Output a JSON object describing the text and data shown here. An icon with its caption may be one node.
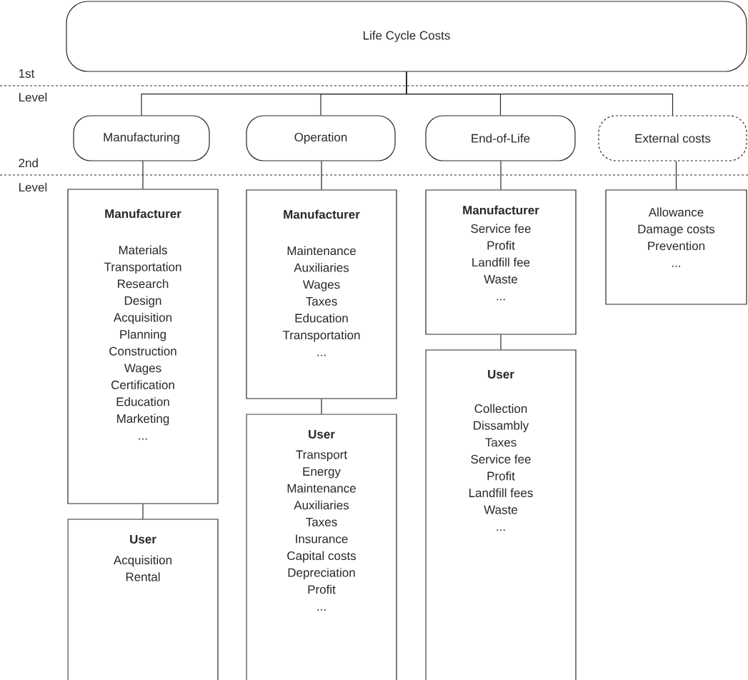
{
  "diagram": {
    "nodes": [
      {
        "text": [
          "Life Cycle Costs"
        ]
      },
      {
        "text": [
          "Manufacturing"
        ]
      },
      {
        "text": [
          "Operation"
        ]
      },
      {
        "text": [
          "End-of-Life"
        ]
      },
      {
        "text": [
          "External costs"
        ]
      },
      {
        "text": [
          "Manufacturer",
          "Materials",
          "Transportation",
          "Research",
          "Design",
          "Acquisition",
          "Planning",
          "Construction",
          "Wages",
          "Certification",
          "Education",
          "Marketing",
          "..."
        ]
      },
      {
        "text": [
          "User",
          "Acquisition",
          "Rental"
        ]
      },
      {
        "text": [
          "Manufacturer",
          "Maintenance",
          "Auxiliaries",
          "Wages",
          "Taxes",
          "Education",
          "Transportation",
          "..."
        ]
      },
      {
        "text": [
          "User",
          "Transport",
          "Energy",
          "Maintenance",
          "Auxiliaries",
          "Taxes",
          "Insurance",
          "Capital costs",
          "Depreciation",
          "Profit",
          "..."
        ]
      },
      {
        "text": [
          "Manufacturer",
          "Service fee",
          "Profit",
          "Landfill fee",
          "Waste",
          "..."
        ]
      },
      {
        "text": [
          "User",
          "Collection",
          "Dissambly",
          "Taxes",
          "Service fee",
          "Profit",
          "Landfill fees",
          "Waste",
          "..."
        ]
      },
      {
        "text": [
          "Allowance",
          "Damage costs",
          "Prevention",
          "..."
        ]
      }
    ],
    "edges": [
      {
        "from": 0,
        "to": 1,
        "arrow": "none"
      },
      {
        "from": 0,
        "to": 2,
        "arrow": "none"
      },
      {
        "from": 0,
        "to": 3,
        "arrow": "none"
      },
      {
        "from": 0,
        "to": 4,
        "arrow": "none"
      },
      {
        "from": 1,
        "to": 5,
        "arrow": "none"
      },
      {
        "from": 5,
        "to": 6,
        "arrow": "none"
      },
      {
        "from": 2,
        "to": 7,
        "arrow": "none"
      },
      {
        "from": 7,
        "to": 8,
        "arrow": "none"
      },
      {
        "from": 3,
        "to": 9,
        "arrow": "none"
      },
      {
        "from": 9,
        "to": 10,
        "arrow": "none"
      },
      {
        "from": 4,
        "to": 11,
        "arrow": "none"
      }
    ],
    "labels": [
      "1st",
      "Level",
      "2nd",
      "Level"
    ]
  }
}
